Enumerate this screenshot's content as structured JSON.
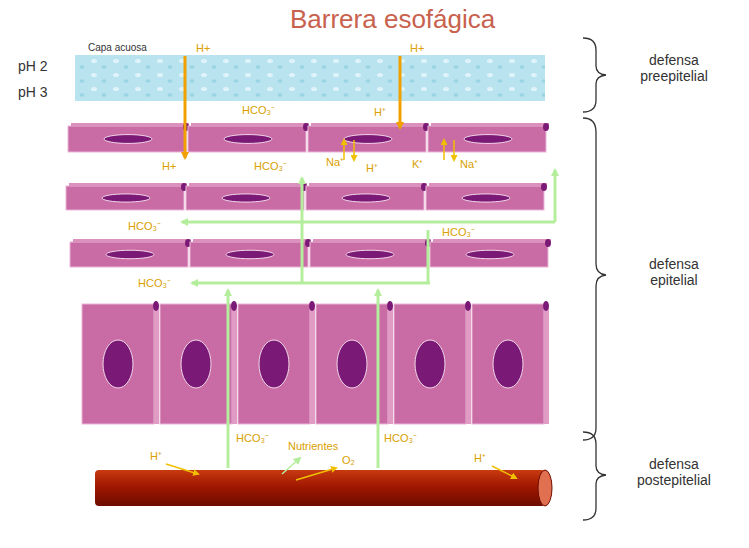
{
  "diagram": {
    "title": "Barrera esofágica",
    "labels": [
      "Capa acuosa",
      "H+",
      "H+",
      "pH 2",
      "pH 3",
      "defensa preepitelial",
      "HCO₃⁻",
      "H⁺",
      "H+",
      "HCO₃⁻",
      "Na⁺",
      "H⁺",
      "K⁺",
      "Na⁺",
      "HCO₃⁻",
      "HCO₃⁻",
      "defensa epitelial",
      "HCO₃⁻",
      "HCO₃⁻",
      "Nutrientes",
      "HCO₃⁻",
      "H⁺",
      "O₂",
      "H⁺",
      "defensa postepitelial"
    ]
  }
}
